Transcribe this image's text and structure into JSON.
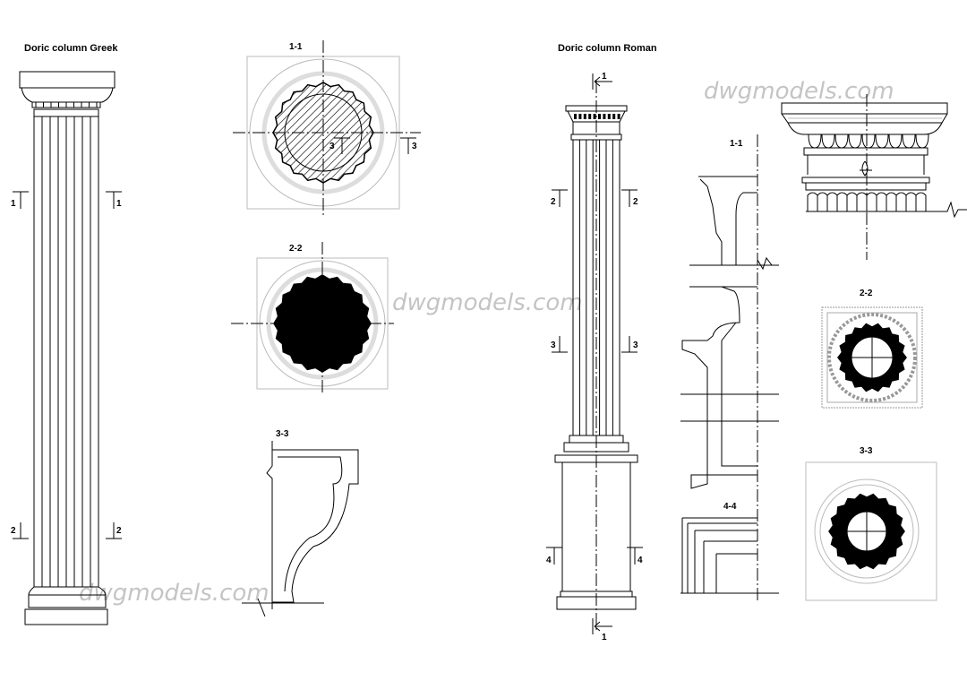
{
  "titles": {
    "greek": "Doric column Greek",
    "roman": "Doric column Roman"
  },
  "watermark": "dwgmodels.com",
  "greek_sections": {
    "s1": "1-1",
    "s2": "2-2",
    "s3": "3-3"
  },
  "roman_sections": {
    "s1": "1-1",
    "s2": "2-2",
    "s3": "3-3",
    "s4": "4-4"
  },
  "cut_marks": {
    "one": "1",
    "two": "2",
    "three": "3",
    "four": "4"
  }
}
